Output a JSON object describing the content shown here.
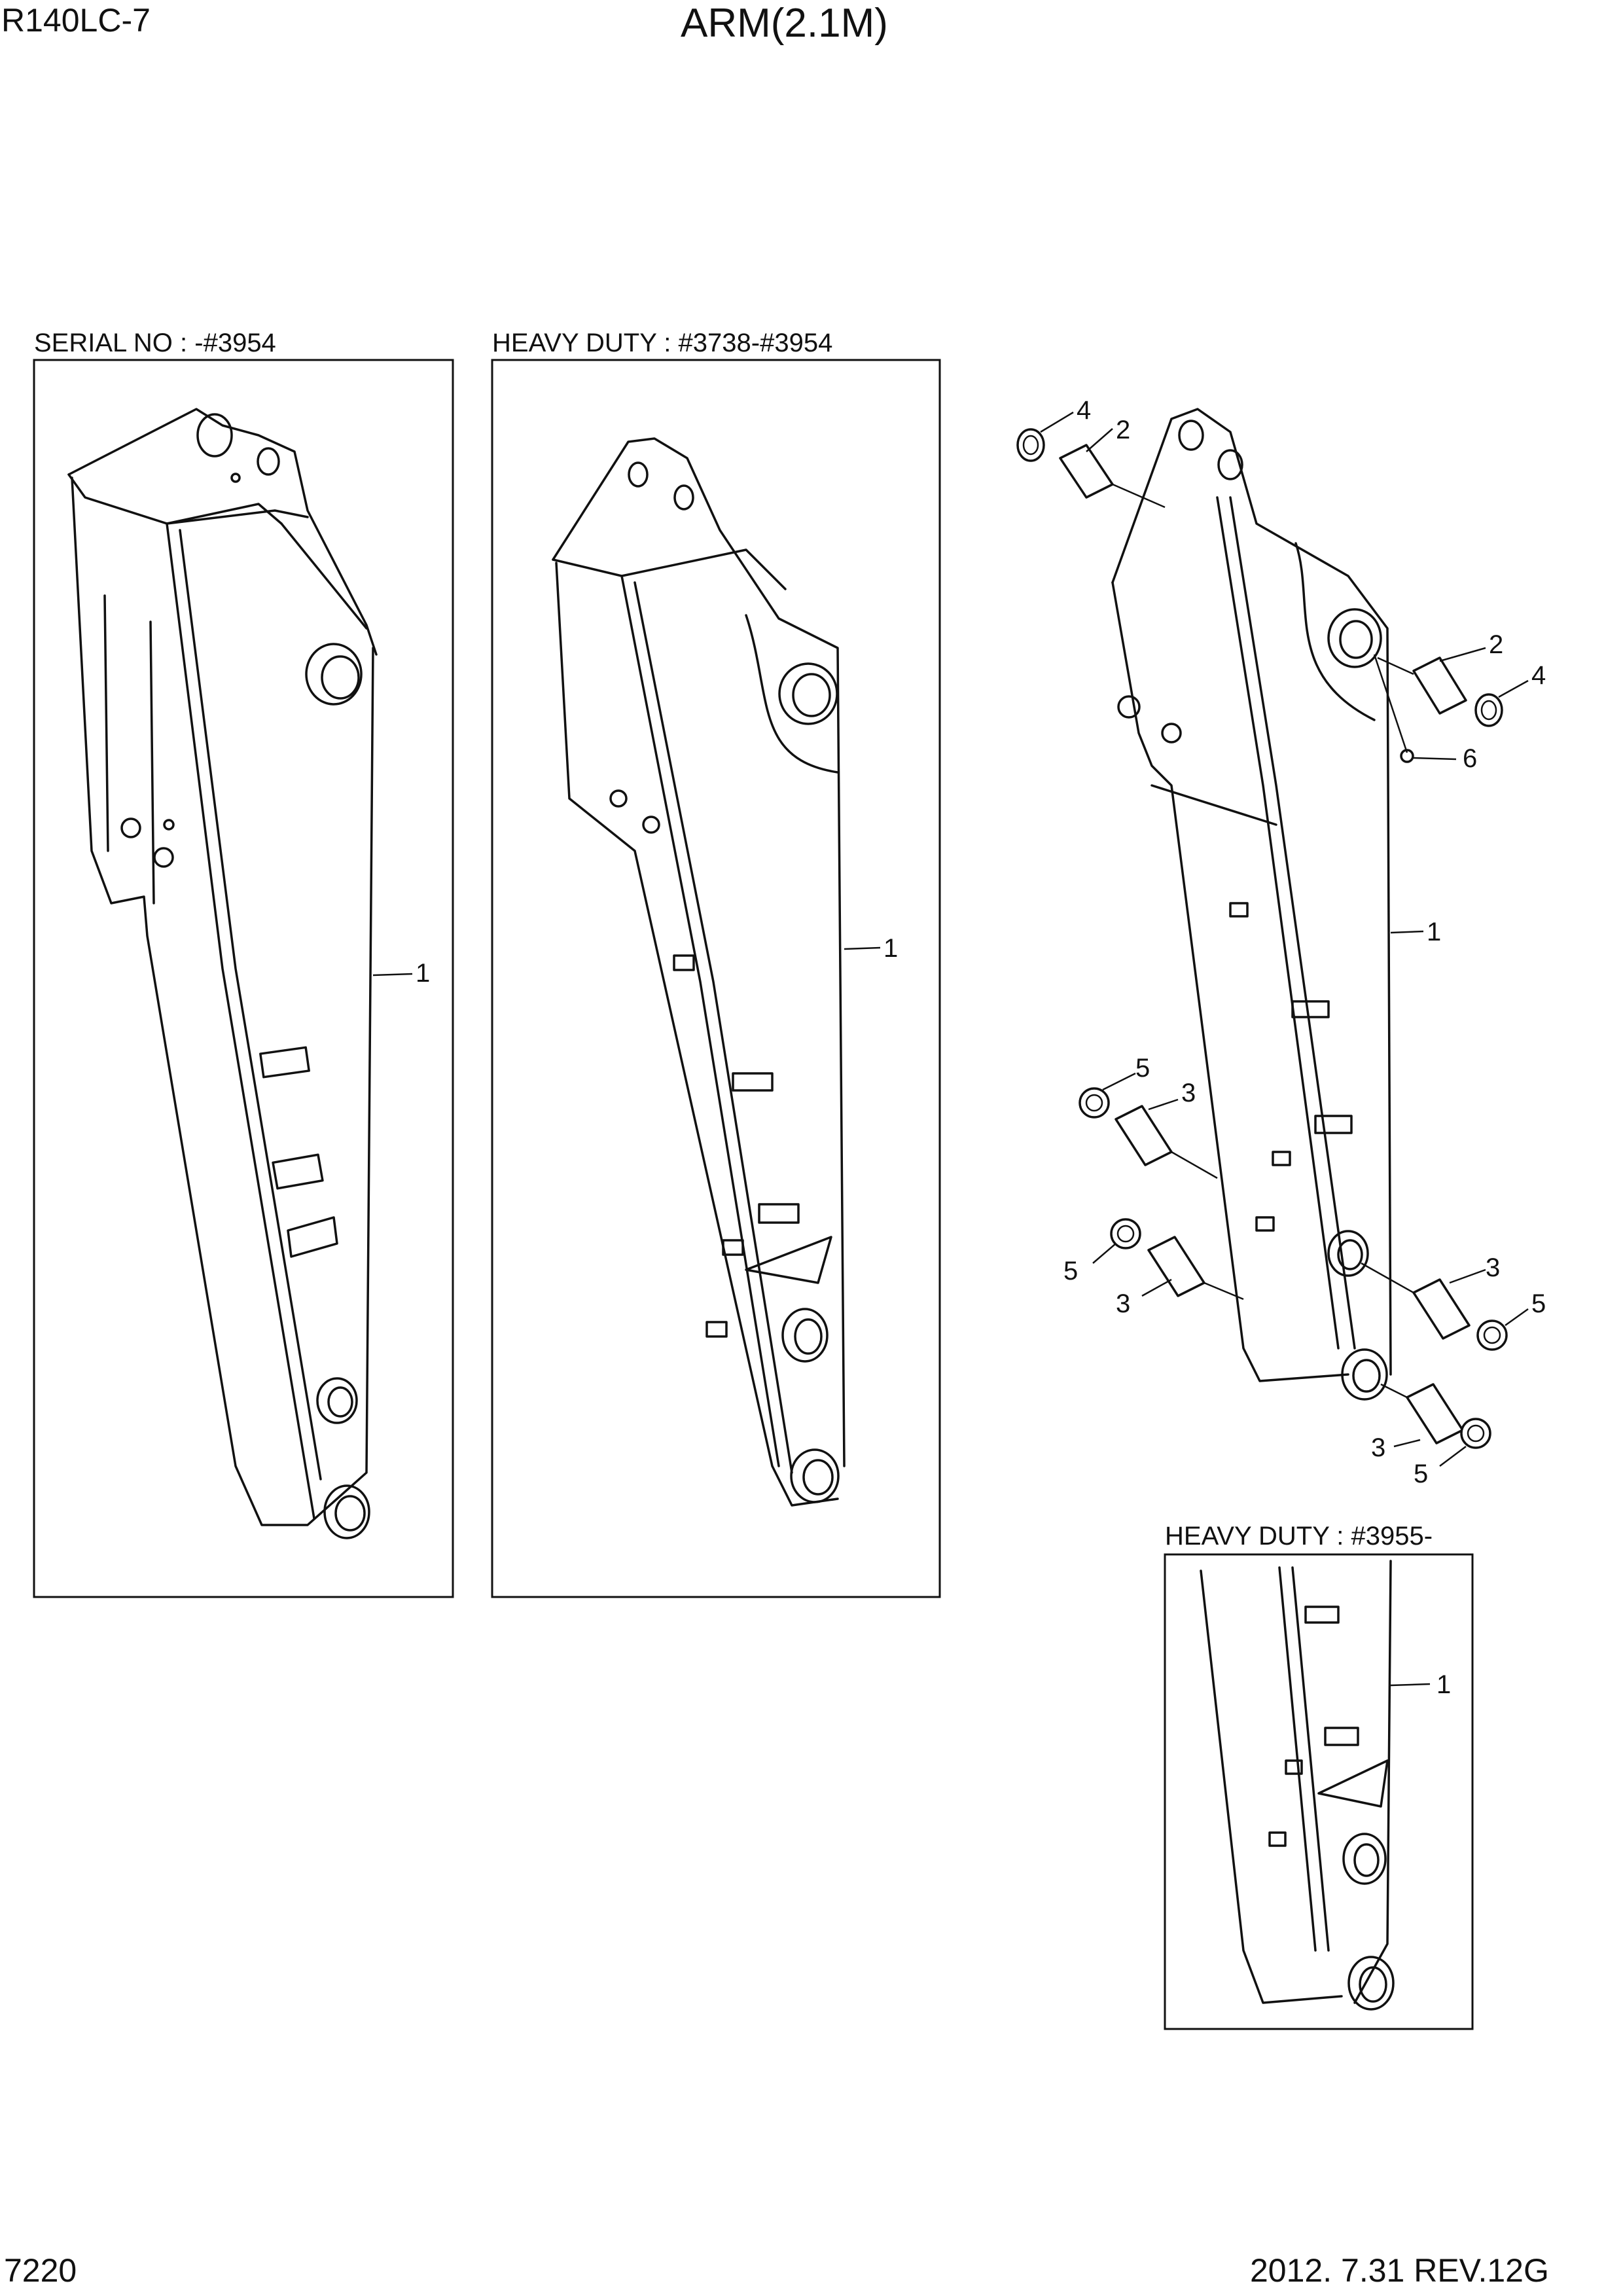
{
  "header": {
    "model": "R140LC-7",
    "title": "ARM(2.1M)"
  },
  "footer": {
    "page": "7220",
    "date_rev": "2012. 7.31  REV.12G"
  },
  "panels": {
    "serial": {
      "caption": "SERIAL NO : -#3954"
    },
    "heavy_early": {
      "caption": "HEAVY DUTY : #3738-#3954"
    },
    "heavy_late": {
      "caption": "HEAVY DUTY : #3955-"
    }
  },
  "callouts": {
    "p1_arm": "1",
    "p2_arm": "1",
    "p3_arm": "1",
    "p3_bush_top": "2",
    "p3_shim_top": "4",
    "p3_bush_mid": "2",
    "p3_shim_mid": "4",
    "p3_grease": "6",
    "p3_shim_l1": "5",
    "p3_bush_l1": "3",
    "p3_shim_l2": "5",
    "p3_bush_l2": "3",
    "p3_bush_r1": "3",
    "p3_shim_r1": "5",
    "p3_bush_r2": "3",
    "p3_shim_r2": "5",
    "p4_arm": "1"
  }
}
